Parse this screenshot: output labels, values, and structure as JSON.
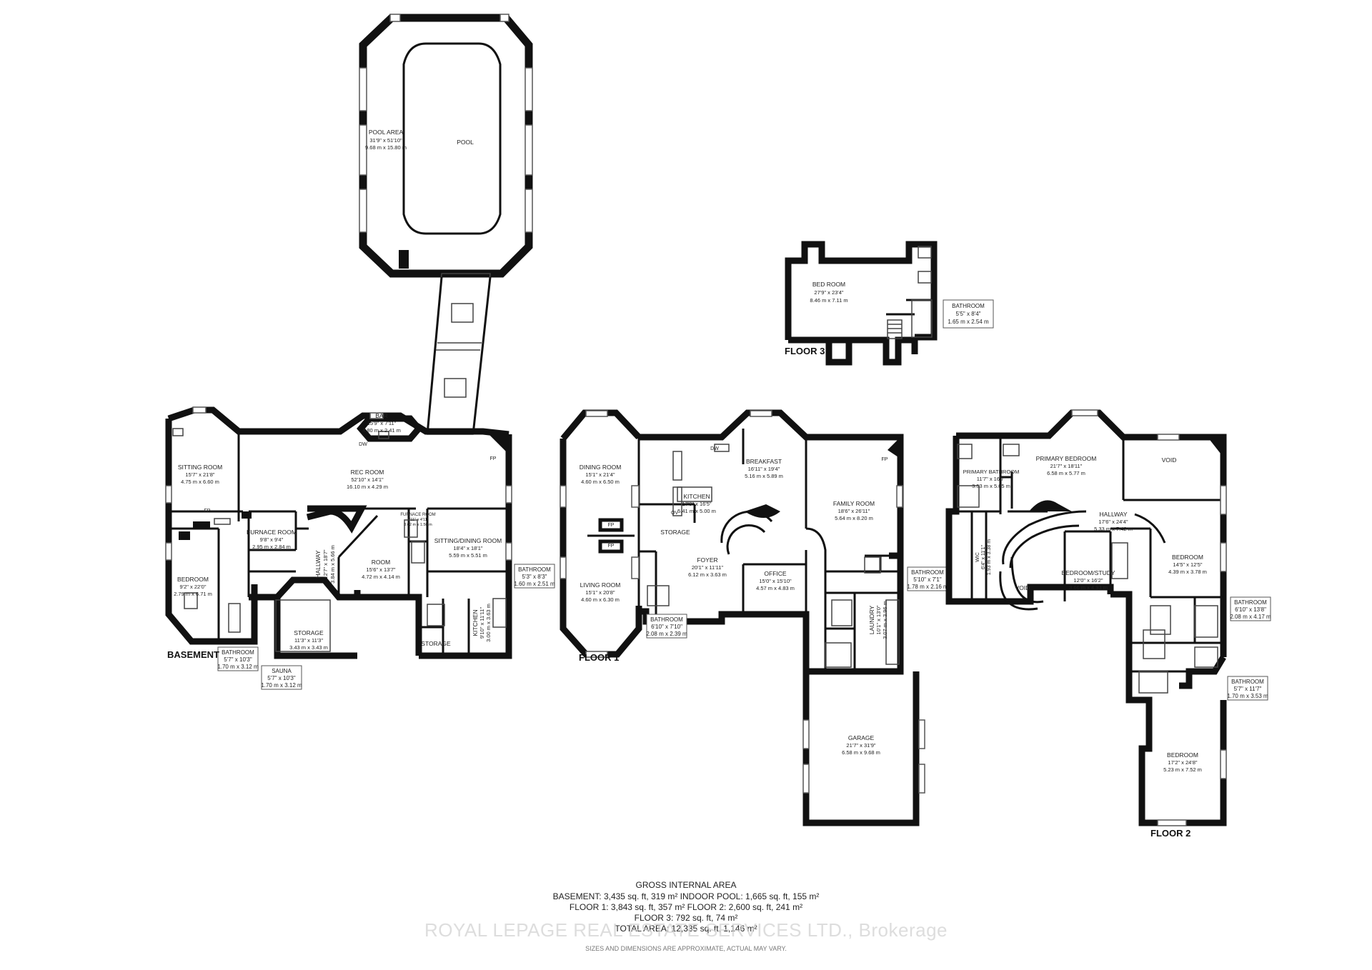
{
  "rooms": {
    "pool_area": {
      "name": "POOL AREA",
      "dim_imp": "31'9\" x 51'10\"",
      "dim_met": "9.68 m x 15.80 m"
    },
    "pool": {
      "name": "POOL"
    },
    "bed_room_f3": {
      "name": "BED ROOM",
      "dim_imp": "27'9\" x 23'4\"",
      "dim_met": "8.46 m x 7.11 m"
    },
    "bathroom_f3": {
      "name": "BATHROOM",
      "dim_imp": "5'5\" x 8'4\"",
      "dim_met": "1.65 m x 2.54 m"
    },
    "bar": {
      "name": "BAR",
      "dim_imp": "15'9\" x 7'11\"",
      "dim_met": "4.80 m x 2.41 m"
    },
    "rec_room": {
      "name": "REC ROOM",
      "dim_imp": "52'10\" x 14'1\"",
      "dim_met": "16.10 m x 4.29 m"
    },
    "sitting_room": {
      "name": "SITTING ROOM",
      "dim_imp": "15'7\" x 21'8\"",
      "dim_met": "4.75 m x 6.60 m"
    },
    "furnace_room": {
      "name": "FURNACE ROOM",
      "dim_imp": "9'8\" x 9'4\"",
      "dim_met": "2.95 m x 2.84 m"
    },
    "furnace_room_small": {
      "name": "FURNACE ROOM",
      "dim_imp": "9'11\" x 4'11\"",
      "dim_met": "3.02 m x 1.50 m"
    },
    "hallway_b": {
      "name": "HALLWAY",
      "dim_imp": "12'7\" x 18'7\"",
      "dim_met": "3.84 m x 5.66 m"
    },
    "room_b": {
      "name": "ROOM",
      "dim_imp": "15'6\" x 13'7\"",
      "dim_met": "4.72 m x 4.14 m"
    },
    "sitting_dining": {
      "name": "SITTING/DINING ROOM",
      "dim_imp": "18'4\" x 18'1\"",
      "dim_met": "5.59 m x 5.51 m"
    },
    "bedroom_b": {
      "name": "BEDROOM",
      "dim_imp": "9'2\" x 22'0\"",
      "dim_met": "2.79 m x 6.71 m"
    },
    "storage_b": {
      "name": "STORAGE",
      "dim_imp": "11'3\" x 11'3\"",
      "dim_met": "3.43 m x 3.43 m"
    },
    "kitchen_b": {
      "name": "KITCHEN",
      "dim_imp": "9'10\" x 11'11\"",
      "dim_met": "3.00 m x 3.63 m"
    },
    "storage_b2": {
      "name": "STORAGE"
    },
    "bathroom_b_right": {
      "name": "BATHROOM",
      "dim_imp": "5'3\" x 8'3\"",
      "dim_met": "1.60 m x 2.51 m"
    },
    "bathroom_b": {
      "name": "BATHROOM",
      "dim_imp": "5'7\" x 10'3\"",
      "dim_met": "1.70 m x 3.12 m"
    },
    "sauna": {
      "name": "SAUNA",
      "dim_imp": "5'7\" x 10'3\"",
      "dim_met": "1.70 m x 3.12 m"
    },
    "dining_room": {
      "name": "DINING ROOM",
      "dim_imp": "15'1\" x 21'4\"",
      "dim_met": "4.60 m x 6.50 m"
    },
    "living_room": {
      "name": "LIVING ROOM",
      "dim_imp": "15'1\" x 20'8\"",
      "dim_met": "4.60 m x 6.30 m"
    },
    "kitchen_f1": {
      "name": "KITCHEN",
      "dim_imp": "17'9\" x 16'5\"",
      "dim_met": "5.41 m x 5.00 m"
    },
    "breakfast": {
      "name": "BREAKFAST",
      "dim_imp": "16'11\" x 19'4\"",
      "dim_met": "5.16 m x 5.89 m"
    },
    "family_room": {
      "name": "FAMILY ROOM",
      "dim_imp": "18'6\" x 26'11\"",
      "dim_met": "5.64 m x 8.20 m"
    },
    "foyer": {
      "name": "FOYER",
      "dim_imp": "20'1\" x 11'11\"",
      "dim_met": "6.12 m x 3.63 m"
    },
    "office": {
      "name": "OFFICE",
      "dim_imp": "15'0\" x 15'10\"",
      "dim_met": "4.57 m x 4.83 m"
    },
    "storage_f1": {
      "name": "STORAGE"
    },
    "bathroom_f1": {
      "name": "BATHROOM",
      "dim_imp": "6'10\" x 7'10\"",
      "dim_met": "2.08 m x 2.39 m"
    },
    "bathroom_f1_right": {
      "name": "BATHROOM",
      "dim_imp": "5'10\" x 7'1\"",
      "dim_met": "1.78 m x 2.16 m"
    },
    "laundry": {
      "name": "LAUNDRY",
      "dim_imp": "10'1\" x 13'0\"",
      "dim_met": "3.07 m x 3.96 m"
    },
    "garage": {
      "name": "GARAGE",
      "dim_imp": "21'7\" x 31'9\"",
      "dim_met": "6.58 m x 9.68 m"
    },
    "primary_bathroom": {
      "name": "PRIMARY BATHROOM",
      "dim_imp": "11'7\" x 16'7\"",
      "dim_met": "3.53 m x 5.05 m"
    },
    "primary_bedroom": {
      "name": "PRIMARY BEDROOM",
      "dim_imp": "21'7\" x 18'11\"",
      "dim_met": "6.58 m x 5.77 m"
    },
    "void_top": {
      "name": "VOID"
    },
    "void_stair": {
      "name": "VOID"
    },
    "hallway_f2": {
      "name": "HALLWAY",
      "dim_imp": "17'6\" x 24'4\"",
      "dim_met": "5.33 m x 7.42 m"
    },
    "wic": {
      "name": "WIC",
      "dim_imp": "6'4\" x 11'1\"",
      "dim_met": "1.93 m x 3.38 m"
    },
    "bedroom_study": {
      "name": "BEDROOM/STUDY",
      "dim_imp": "12'0\" x 16'2\"",
      "dim_met": "3.66 m x 4.93 m"
    },
    "bedroom_f2_right": {
      "name": "BEDROOM",
      "dim_imp": "14'5\" x 12'5\"",
      "dim_met": "4.39 m x 3.78 m"
    },
    "bathroom_f2_a": {
      "name": "BATHROOM",
      "dim_imp": "6'10\" x 13'8\"",
      "dim_met": "2.08 m x 4.17 m"
    },
    "bathroom_f2_b": {
      "name": "BATHROOM",
      "dim_imp": "5'7\" x 11'7\"",
      "dim_met": "1.70 m x 3.53 m"
    },
    "bedroom_f2_bottom": {
      "name": "BEDROOM",
      "dim_imp": "17'2\" x 24'8\"",
      "dim_met": "5.23 m x 7.52 m"
    }
  },
  "fixtures": {
    "dw": "DW",
    "ov": "OV",
    "fp": "FP"
  },
  "floor_labels": {
    "basement": "BASEMENT",
    "floor1": "FLOOR 1",
    "floor2": "FLOOR 2",
    "floor3": "FLOOR 3"
  },
  "summary": {
    "title": "GROSS INTERNAL AREA",
    "line1": "BASEMENT: 3,435 sq. ft, 319 m² INDOOR POOL: 1,665 sq. ft, 155 m²",
    "line2": "FLOOR 1: 3,843 sq. ft, 357 m² FLOOR 2: 2,600 sq. ft, 241 m²",
    "line3": "FLOOR 3: 792 sq. ft, 74 m²",
    "line4": "TOTAL AREA: 12,335 sq. ft, 1,146 m²",
    "watermark": "ROYAL LEPAGE REAL ESTATE SERVICES LTD., Brokerage",
    "disclaimer": "SIZES AND DIMENSIONS ARE APPROXIMATE, ACTUAL MAY VARY."
  },
  "colors": {
    "wall": "#111111",
    "background": "#ffffff",
    "watermark": "#d2d2d2"
  }
}
